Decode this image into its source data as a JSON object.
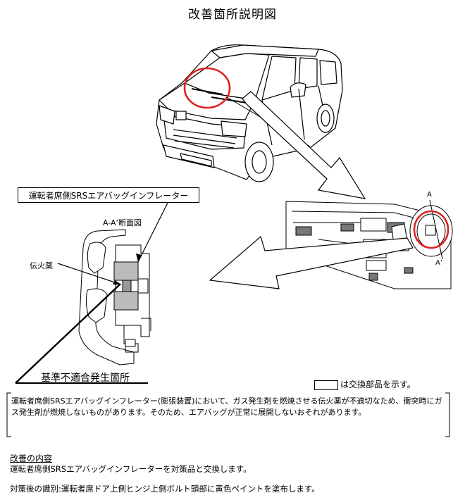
{
  "title": "改善箇所説明図",
  "labels": {
    "inflator": "運転者席側SRSエアバッグインフレーター",
    "section": "A-A’断面図",
    "explosive": "伝火薬",
    "nonconforming": "基準不適合発生箇所",
    "section_a_top": "A",
    "section_a_bottom": "A’"
  },
  "legend": {
    "text": "は交換部品を示す。"
  },
  "description": "運転者席側SRSエアバッグインフレーター(膨張装置)において、ガス発生剤を燃焼させる伝火薬が不適切なため、衝突時にガス発生剤が燃焼しないものがあります。そのため、エアバッグが正常に展開しないおそれがあります。",
  "improvement": {
    "heading": "改善の内容",
    "text": "運転者席側SRSエアバッグインフレーターを対策品と交換します。",
    "identification": "対策後の識別:運転者席ドア上側ヒンジ上側ボルト頭部に黄色ペイントを塗布します。"
  },
  "colors": {
    "highlight": "#e02020",
    "line": "#000000"
  },
  "icons": {
    "arrow": "large-outline-arrow"
  }
}
